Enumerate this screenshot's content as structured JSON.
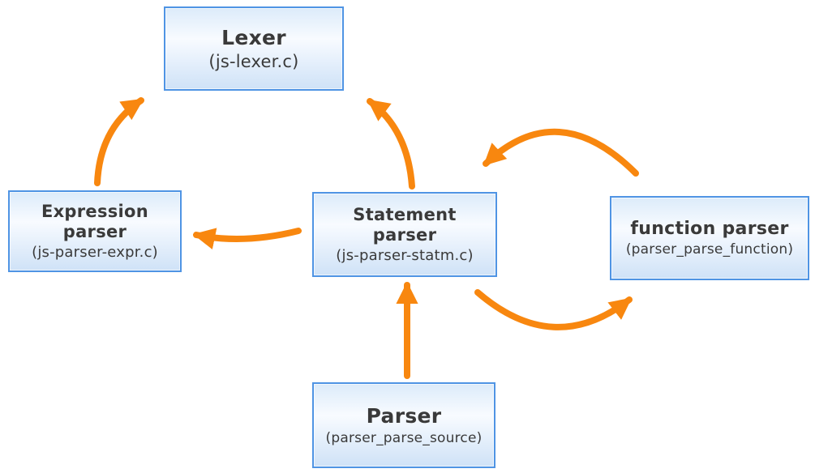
{
  "diagram": {
    "colors": {
      "arrow": "#F8870F",
      "box_border": "#4F94E4",
      "box_fill_top": "#DCEBFA",
      "box_fill_mid": "#F8FBFF",
      "box_fill_bottom": "#CFE2F7",
      "text": "#3A3A3A"
    },
    "nodes": [
      {
        "id": "lexer",
        "title": "Lexer",
        "subtitle": "(js-lexer.c)"
      },
      {
        "id": "expression-parser",
        "title": "Expression\nparser",
        "subtitle": "(js-parser-expr.c)"
      },
      {
        "id": "statement-parser",
        "title": "Statement\nparser",
        "subtitle": "(js-parser-statm.c)"
      },
      {
        "id": "function-parser",
        "title": "function parser",
        "subtitle": "(parser_parse_function)"
      },
      {
        "id": "parser",
        "title": "Parser",
        "subtitle": "(parser_parse_source)"
      }
    ],
    "edges": [
      {
        "from": "expression-parser",
        "to": "lexer"
      },
      {
        "from": "statement-parser",
        "to": "lexer"
      },
      {
        "from": "statement-parser",
        "to": "expression-parser"
      },
      {
        "from": "function-parser",
        "to": "statement-parser"
      },
      {
        "from": "statement-parser",
        "to": "function-parser"
      },
      {
        "from": "parser",
        "to": "statement-parser"
      }
    ]
  }
}
